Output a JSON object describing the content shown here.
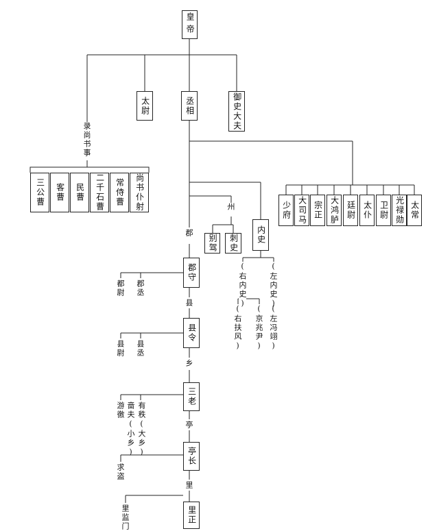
{
  "root": "皇帝",
  "tier2": {
    "left": "太尉",
    "center": "丞相",
    "right": "御史大夫"
  },
  "shangshu": {
    "label": "录尚书事",
    "offices": [
      "三公曹",
      "客曹",
      "民曹",
      "二千石曹",
      "常侍曹",
      "尚书仆射"
    ]
  },
  "nine_ministers": [
    "少府",
    "大司马",
    "宗正",
    "大鸿胪",
    "廷尉",
    "太仆",
    "卫尉",
    "光禄勋",
    "太常"
  ],
  "zhou": {
    "label": "州",
    "officials": [
      "别驾",
      "刺史"
    ]
  },
  "neishi": {
    "box": "内史",
    "right_neishi": "(右内史)",
    "left_neishi": "(左内史)",
    "youfufeng": "(右扶风)",
    "jingzhaoyin": "(京兆尹)",
    "zuopingyi": "(左冯翊)"
  },
  "chain": {
    "jun_label": "郡",
    "junshou": "郡守",
    "junwei": "都尉",
    "juncheng": "郡丞",
    "xian_label": "县",
    "xianling": "县令",
    "xianwei": "县尉",
    "xiancheng": "县丞",
    "xiang_label": "乡",
    "sanlao": "三老",
    "youjiao": "游徼",
    "sefu": "啬夫",
    "xiaoxiang": "(小乡)",
    "youzhi": "有秩",
    "daxiang": "(大乡)",
    "ting_label": "亭",
    "tingzhang": "亭长",
    "qiudao": "求盗",
    "li_label": "里",
    "lizheng": "里正",
    "lijianmen": "里监门"
  }
}
